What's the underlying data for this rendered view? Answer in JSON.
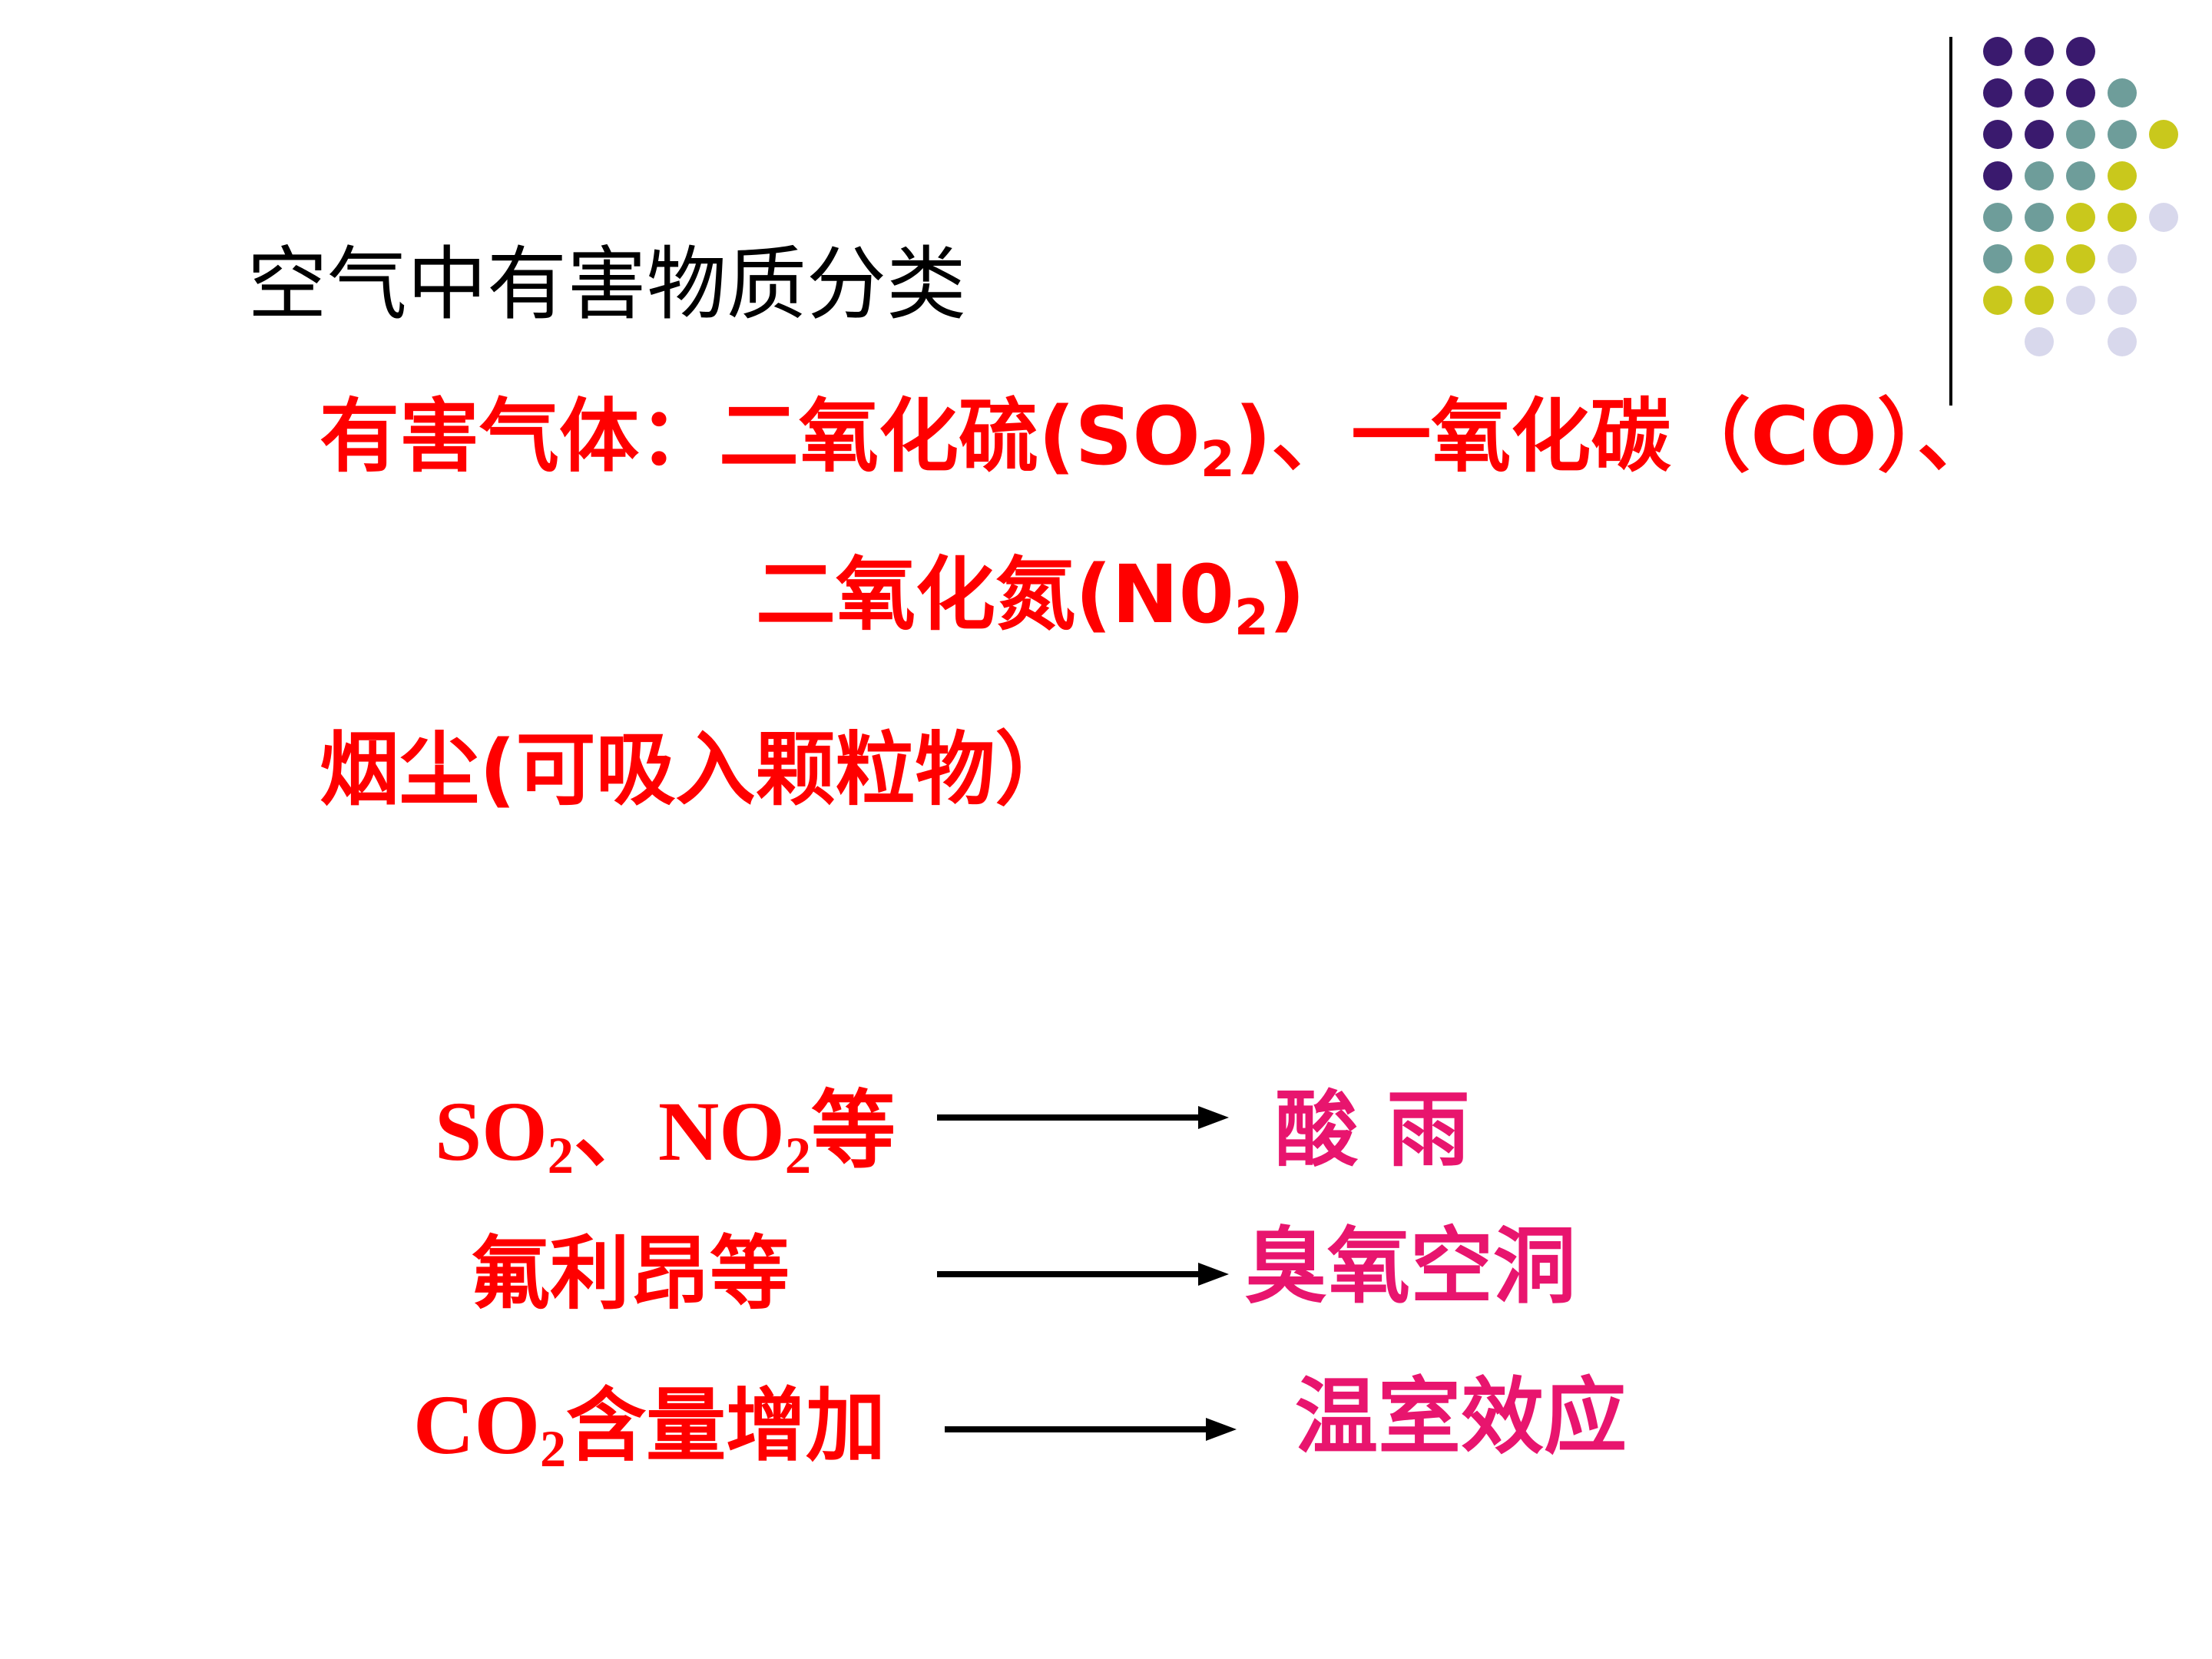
{
  "slide": {
    "title": "空气中有害物质分类",
    "gases": {
      "prefix": "有害气体：二氧化硫(SO",
      "so2_sub": "2",
      "middle": ")、一氧化碳（CO）、",
      "line2_prefix": "二氧化氮(N0",
      "no2_sub": "2",
      "line2_suffix": ")"
    },
    "particulates": "烟尘(可吸入颗粒物）",
    "relations": [
      {
        "cause_a": "SO",
        "sub_a": "2",
        "cause_b": "、NO",
        "sub_b": "2",
        "cause_c": "等",
        "effect": "酸 雨"
      },
      {
        "cause": "氟利昂等",
        "effect": "臭氧空洞"
      },
      {
        "cause_a": "CO",
        "sub_a": "2",
        "cause_b": "含量增加",
        "effect": "温室效应"
      }
    ]
  },
  "decoration": {
    "colors": {
      "purple": "#3a1a6e",
      "teal": "#6e9d9a",
      "olive": "#c9c81c",
      "lavender": "#d8d8ec"
    },
    "dot_grid": [
      [
        "purple",
        "purple",
        "purple",
        null,
        null
      ],
      [
        "purple",
        "purple",
        "purple",
        "teal",
        null
      ],
      [
        "purple",
        "purple",
        "teal",
        "teal",
        "olive"
      ],
      [
        "purple",
        "teal",
        "teal",
        "olive",
        null
      ],
      [
        "teal",
        "teal",
        "olive",
        "olive",
        "lavender"
      ],
      [
        "teal",
        "olive",
        "olive",
        "lavender",
        null
      ],
      [
        "olive",
        "olive",
        "lavender",
        "lavender",
        null
      ],
      [
        null,
        "lavender",
        null,
        "lavender",
        null
      ]
    ]
  }
}
